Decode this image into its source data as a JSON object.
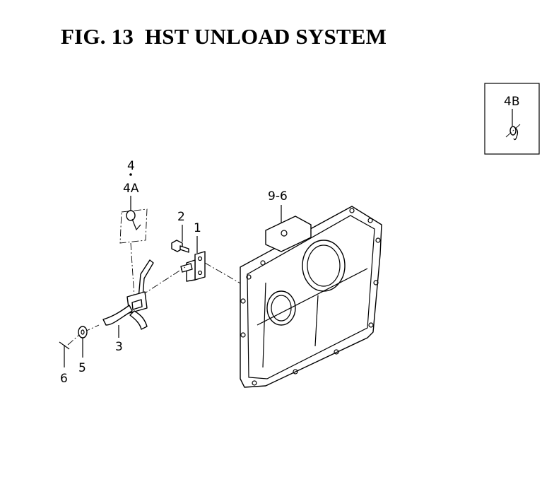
{
  "title": "FIG. 13  HST UNLOAD SYSTEM",
  "callouts": {
    "c1": "1",
    "c2": "2",
    "c3": "3",
    "c4": "4",
    "c4a": "4A",
    "c4b": "4B",
    "c5": "5",
    "c6": "6",
    "c9_6": "9-6"
  }
}
